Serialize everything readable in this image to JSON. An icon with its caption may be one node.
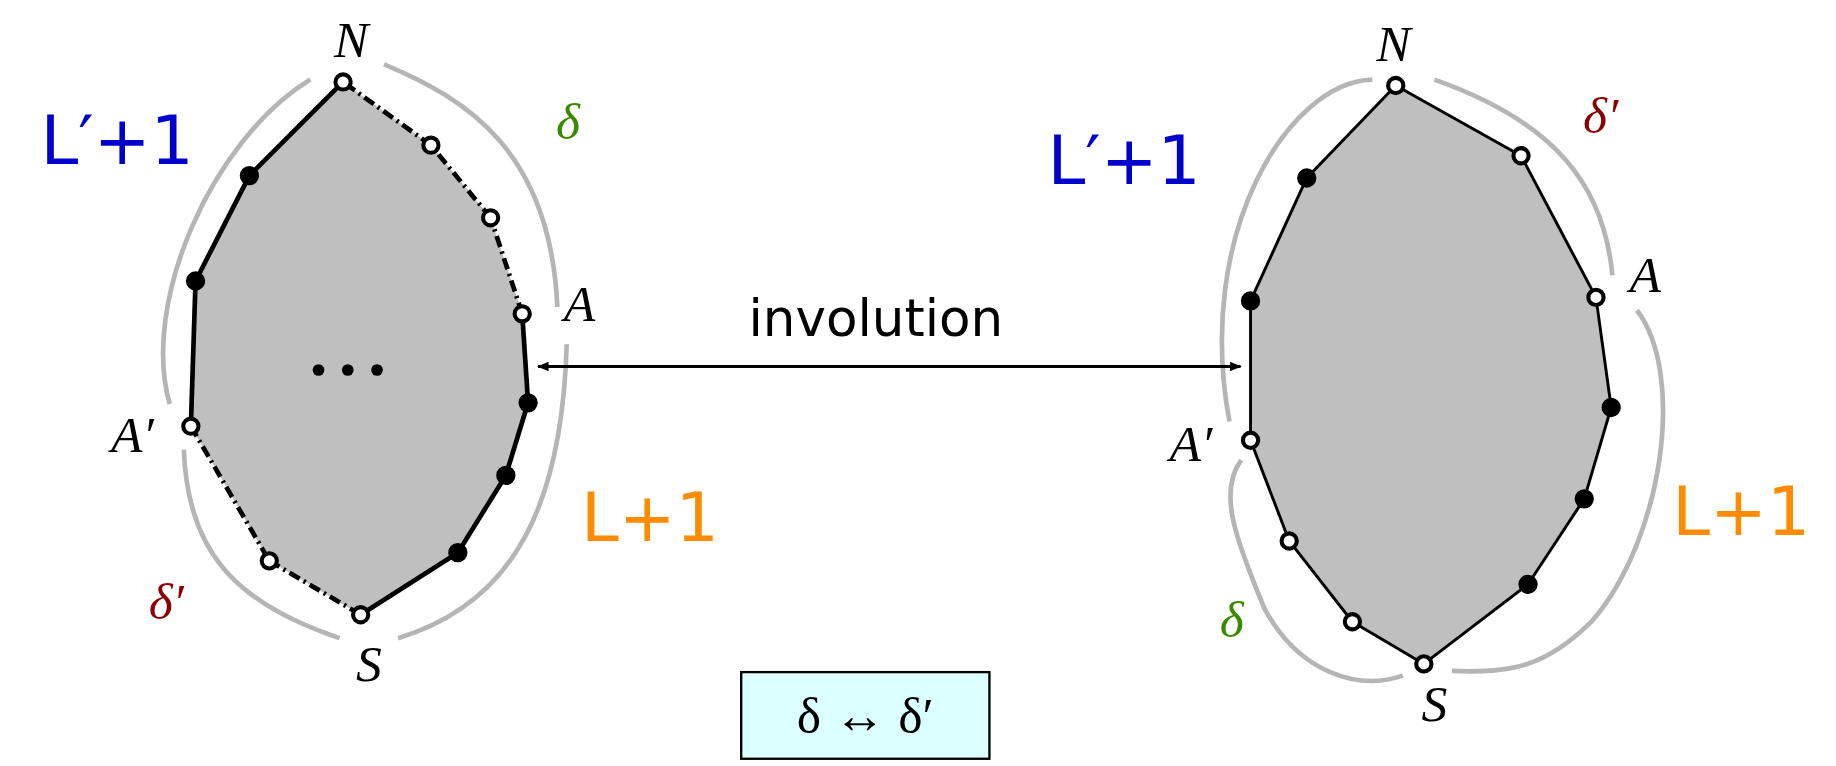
{
  "diagram": {
    "nodes": [
      {
        "text": [],
        "shape": "polygon"
      },
      {
        "text": [],
        "shape": "polygon"
      },
      {
        "text": [
          "δ ↔ δ′"
        ]
      }
    ],
    "edges": [
      {
        "from": 0,
        "to": 1,
        "arrow": "both",
        "label": "involution"
      }
    ],
    "labels": [
      "N",
      "δ",
      "L′+1",
      "A",
      "A′",
      "δ′",
      "L+1",
      "S",
      "N",
      "δ′",
      "L′+1",
      "A",
      "A′",
      "L+1",
      "δ",
      "S"
    ]
  }
}
